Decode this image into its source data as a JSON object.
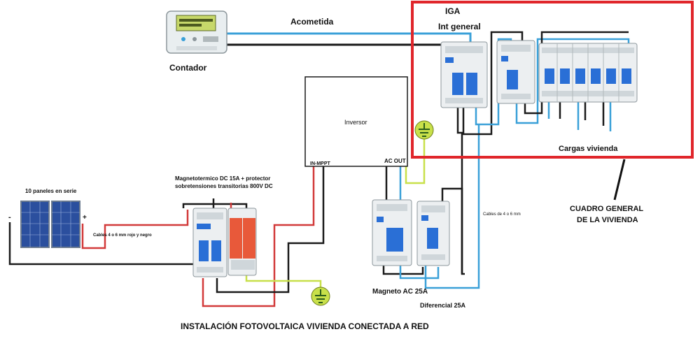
{
  "title": "INSTALACIÓN FOTOVOLTAICA VIVIENDA CONECTADA A RED",
  "labels": {
    "meter": "Contador",
    "supply": "Acometida",
    "iga": "IGA",
    "main_switch": "Int general",
    "inverter": "Inversor",
    "in_mppt": "IN-MPPT",
    "ac_out": "AC OUT",
    "panels": "10 paneles en serie",
    "dc_breaker_line1": "Magnetotermico DC 15A + protector",
    "dc_breaker_line2": "sobretensiones transitorias 800V DC",
    "dc_cables": "Cables 4 o 6 mm rojo y negro",
    "ac_cables": "Cables de 4 o 6 mm",
    "ac_breaker": "Magneto AC 25A",
    "differential": "Diferencial 25A",
    "loads": "Cargas vivienda",
    "panel_title_line1": "CUADRO GENERAL",
    "panel_title_line2": "DE LA VIVIENDA",
    "minus": "-",
    "plus": "+"
  },
  "colors": {
    "phase": "#3aa0d8",
    "neutral": "#1a1a1a",
    "positive": "#d23a3a",
    "earth": "#c8e04a",
    "panel_frame": "#e0262b",
    "breaker_blue": "#2a6fd6",
    "spd_red": "#e8593a"
  }
}
